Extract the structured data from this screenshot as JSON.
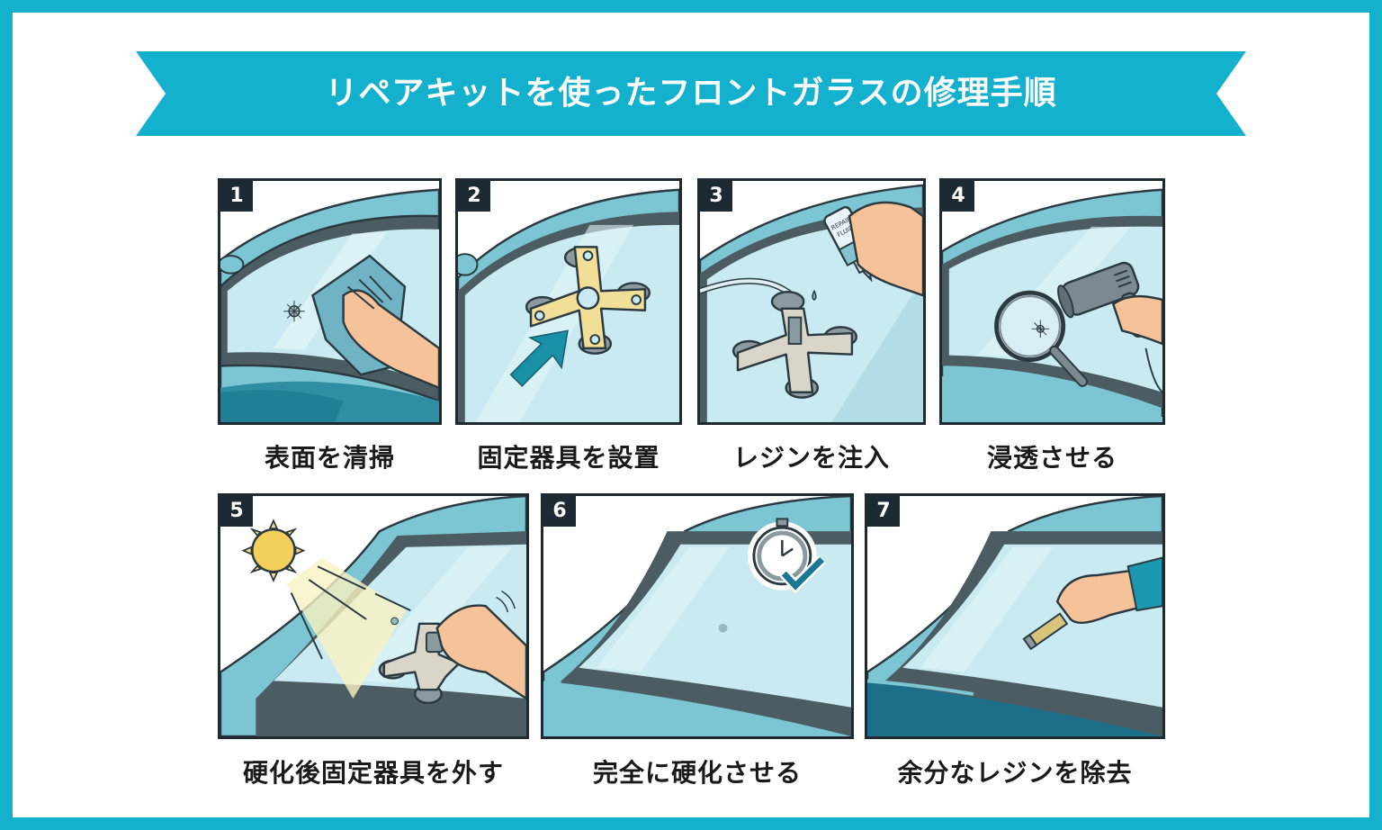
{
  "title": "リペアキットを使ったフロントガラスの修理手順",
  "colors": {
    "accent": "#14b1cf",
    "frame_background": "#ffffff",
    "badge": "#1c2b33",
    "glass": "#c9eaf1",
    "car_body": "#5fb6c6",
    "gasket": "#4b5d63"
  },
  "steps": [
    {
      "number": "1",
      "label": "表面を清掃",
      "illustration": "hand-wiping-windshield-with-cloth"
    },
    {
      "number": "2",
      "label": "固定器具を設置",
      "illustration": "suction-bridge-placed-over-chip-with-arrow"
    },
    {
      "number": "3",
      "label": "レジンを注入",
      "illustration": "injecting-repair-fluid-into-bridge",
      "bottle_text": "REPAIR FLUID"
    },
    {
      "number": "4",
      "label": "浸透させる",
      "illustration": "magnifier-and-hair-dryer"
    },
    {
      "number": "5",
      "label": "硬化後固定器具を外す",
      "illustration": "sun-curing-and-removing-bridge"
    },
    {
      "number": "6",
      "label": "完全に硬化させる",
      "illustration": "stopwatch-with-checkmark"
    },
    {
      "number": "7",
      "label": "余分なレジンを除去",
      "illustration": "hand-scraping-with-razor-blade"
    }
  ]
}
